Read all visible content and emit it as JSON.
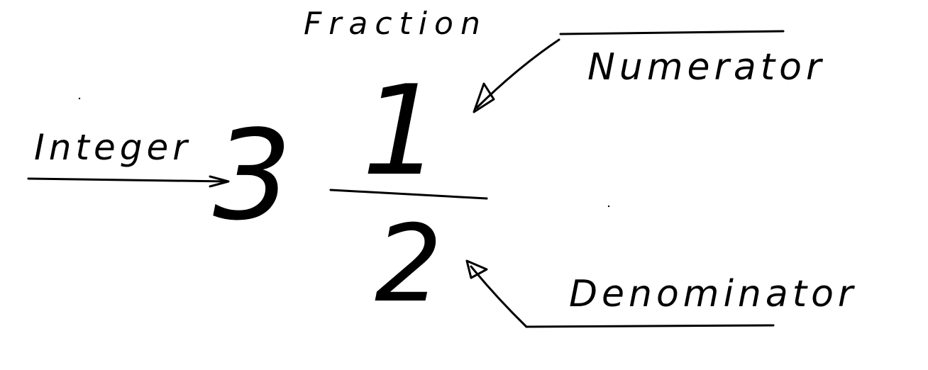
{
  "labels": {
    "title": "Fraction",
    "integer": "Integer",
    "numerator": "Numerator",
    "denominator": "Denominator"
  },
  "fraction": {
    "whole": "3",
    "numerator": "1",
    "denominator": "2"
  },
  "colors": {
    "ink": "#000000",
    "background": "#ffffff"
  }
}
